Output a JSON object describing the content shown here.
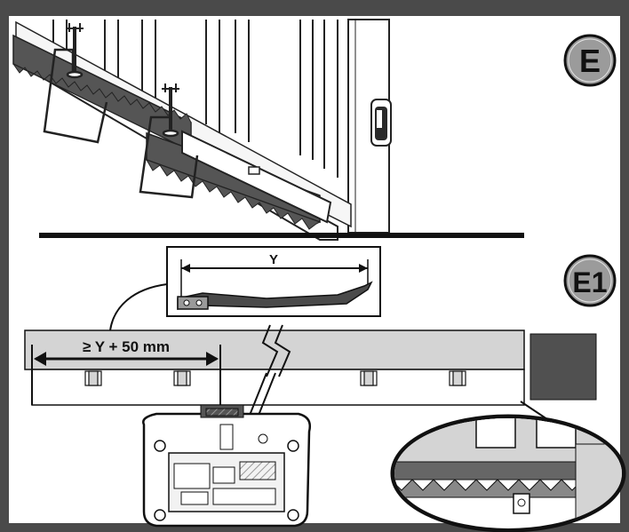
{
  "figure": {
    "panels": [
      {
        "badge": "E"
      },
      {
        "badge": "E1"
      }
    ],
    "dimension_y": "Y",
    "dimension_min": "≥ Y + 50 mm"
  },
  "colors": {
    "frame": "#4a4a4a",
    "badge_fill": "#9b9b9b",
    "rack_dark": "#555555",
    "light_grey": "#d4d4d4",
    "block": "#505050"
  }
}
